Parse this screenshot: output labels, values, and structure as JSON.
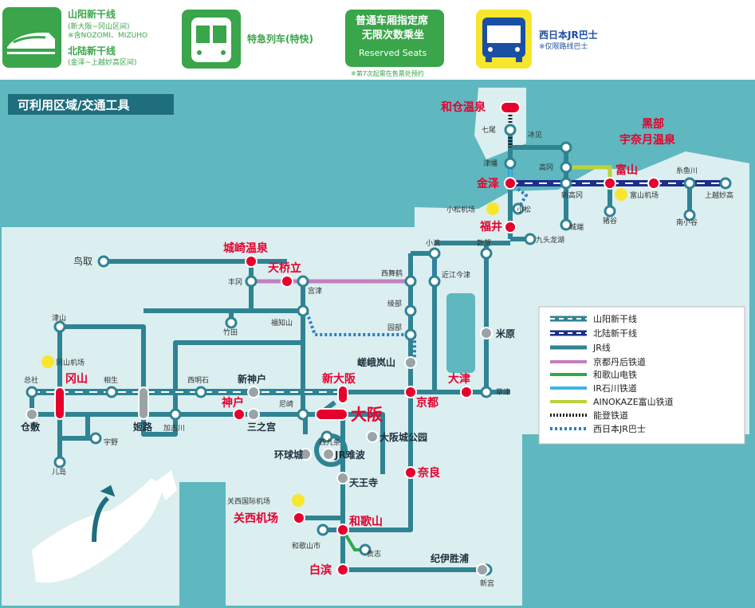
{
  "legend_top": {
    "shinkansen": {
      "sanyo_title": "山阳新干线",
      "sanyo_note1": "(新大阪~冈山区间)",
      "sanyo_note2": "※含NOZOMI、MIZUHO",
      "hokuriku_title": "北陆新干线",
      "hokuriku_note": "(金泽~上越妙高区间)"
    },
    "limited_express": {
      "label": "特急列车(特快)"
    },
    "reserved": {
      "line1": "普通车厢指定席",
      "line2": "无限次数乘坐",
      "line3": "Reserved Seats",
      "note": "※第7次起需在售票处预约"
    },
    "bus": {
      "title": "西日本JR巴士",
      "note": "※仅限路线巴士"
    }
  },
  "map": {
    "heading": "可利用区域/交通工具",
    "colors": {
      "sea": "#5fb8bf",
      "land": "#dbeef0",
      "jr": "#2f8393",
      "red": "#e5002d",
      "sanyo": "#2f8393",
      "hokuriku": "#1c2f8b"
    },
    "stations_major": {
      "wakura": "和仓温泉",
      "kanazawa": "金泽",
      "fukui": "福井",
      "toyama": "富山",
      "kurobe": "黑部",
      "kurobe2": "宇奈月温泉",
      "kinosaki": "城崎温泉",
      "amanohashidate": "天桥立",
      "okayama": "冈山",
      "kobe": "神户",
      "shinosaka": "新大阪",
      "osaka": "大阪",
      "kyoto": "京都",
      "otsu": "大津",
      "nara": "奈良",
      "kansai_airport": "关西机场",
      "wakayama": "和歌山",
      "shirahama": "白滨"
    },
    "stations_bold": {
      "kurashiki": "仓敷",
      "himeji": "姬路",
      "shinkobe": "新神户",
      "sannomiya": "三之宫",
      "maibara": "米原",
      "sagaarashiyama": "嵯峨岚山",
      "osakajokoen": "大阪城公园",
      "jrnamba": "JR难波",
      "tennoji": "天王寺",
      "kankyusen": "环球城",
      "kiisekisho": "纪伊胜浦"
    },
    "stations_small": {
      "nanao": "七尾",
      "tsubata": "津幡",
      "himi": "冰见",
      "takaoka": "高冈",
      "shintakaoka": "新高冈",
      "jouhana": "城端",
      "itoigawa": "糸鱼川",
      "joetsu": "上越妙高",
      "toyama_airport": "富山机场",
      "isurugi": "猪谷",
      "minamioyaji": "南小谷",
      "komatsu_airport": "小松机场",
      "komatsu": "小松",
      "kuzuryu": "九头龙湖",
      "tsuruga": "敦贺",
      "obama": "小滨",
      "omiimazu": "近江今津",
      "toyooka": "丰冈",
      "miyazu": "宫津",
      "nishimaizuru": "西舞鹤",
      "tottori": "鸟取",
      "takeda": "竹田",
      "fukuchiyama": "福知山",
      "ayabe": "绫部",
      "sonobe": "园部",
      "tsuyama": "津山",
      "okayama_airport": "冈山机场",
      "soja": "总社",
      "aioi": "相生",
      "nishiakashi": "西明石",
      "kakogawa": "加古川",
      "uno": "宇野",
      "kojima": "儿岛",
      "amagasaki": "尼崎",
      "nishikujo": "西九条",
      "kusatsu": "草津",
      "kansai_airport_note": "关西国际机场",
      "wakayamashi": "和歌山市",
      "kishi": "贵志",
      "shingu": "新宫"
    },
    "legend_lines": [
      {
        "label": "山阳新干线",
        "color": "#2f8393"
      },
      {
        "label": "北陆新干线",
        "color": "#1c2f8b"
      },
      {
        "label": "JR线",
        "color": "#2f8393"
      },
      {
        "label": "京都丹后铁道",
        "color": "#c27fbe"
      },
      {
        "label": "和歌山电铁",
        "color": "#2fa84a"
      },
      {
        "label": "IR石川铁道",
        "color": "#3ab6e6"
      },
      {
        "label": "AINOKAZE富山铁道",
        "color": "#bcd23a"
      },
      {
        "label": "能登铁道",
        "color": "#222222"
      },
      {
        "label": "西日本JR巴士",
        "color": "#2a7ec4"
      }
    ]
  }
}
